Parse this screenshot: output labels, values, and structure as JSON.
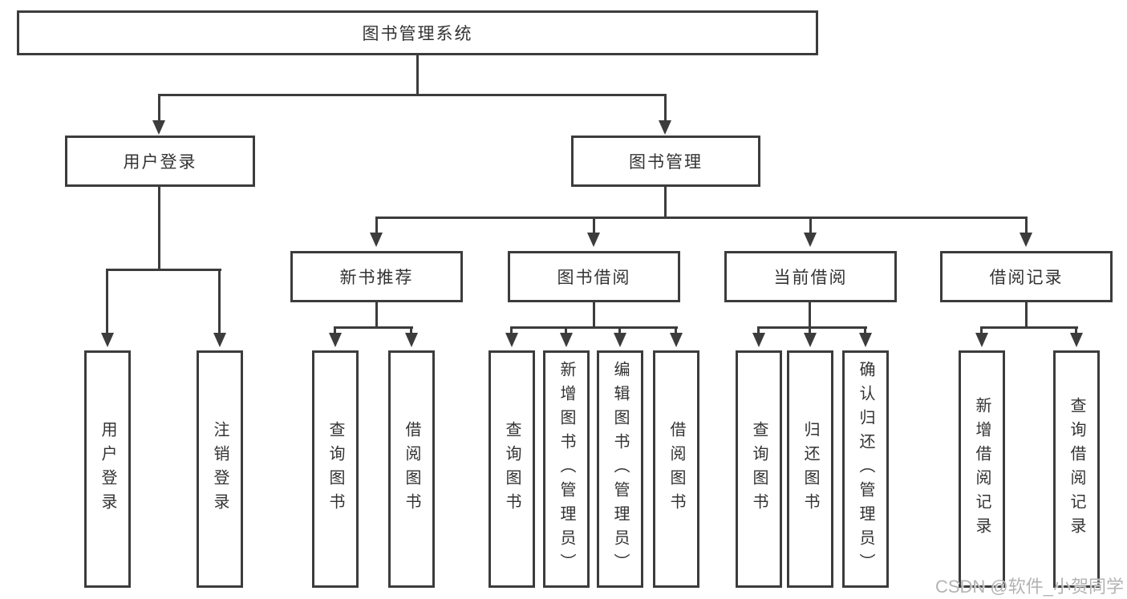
{
  "tree": {
    "label": "图书管理系统",
    "children": [
      {
        "label": "用户登录",
        "children": [
          {
            "label": "用户登录"
          },
          {
            "label": "注销登录"
          }
        ]
      },
      {
        "label": "图书管理",
        "children": [
          {
            "label": "新书推荐",
            "children": [
              {
                "label": "查询图书"
              },
              {
                "label": "借阅图书"
              }
            ]
          },
          {
            "label": "图书借阅",
            "children": [
              {
                "label": "查询图书"
              },
              {
                "label": "新增图书（管理员）"
              },
              {
                "label": "编辑图书（管理员）"
              },
              {
                "label": "借阅图书"
              }
            ]
          },
          {
            "label": "当前借阅",
            "children": [
              {
                "label": "查询图书"
              },
              {
                "label": "归还图书"
              },
              {
                "label": "确认归还（管理员）"
              }
            ]
          },
          {
            "label": "借阅记录",
            "children": [
              {
                "label": "新增借阅记录"
              },
              {
                "label": "查询借阅记录"
              }
            ]
          }
        ]
      }
    ]
  },
  "watermark": {
    "text": "CSDN @软件_小贺同学"
  },
  "colors": {
    "line": "#3c3c3c",
    "text": "#333333",
    "watermark": "#b3b3b3",
    "background": "#ffffff"
  }
}
